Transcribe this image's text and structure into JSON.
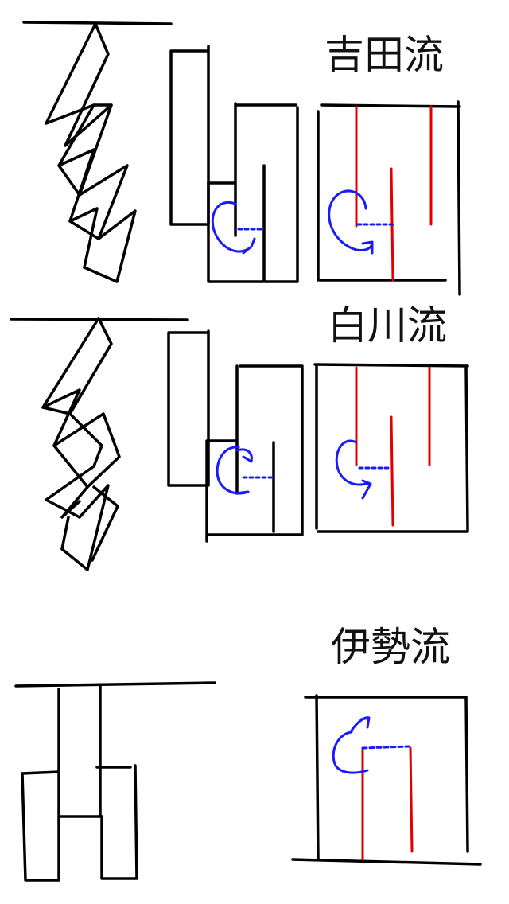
{
  "styles": [
    {
      "id": "yoshida",
      "label": "吉田流"
    },
    {
      "id": "shirakawa",
      "label": "白川流"
    },
    {
      "id": "ise",
      "label": "伊勢流"
    }
  ],
  "colors": {
    "line": "#000000",
    "red": "#e00000",
    "blue": "#1a1aff"
  },
  "icons": [
    "curved-arrow-icon"
  ]
}
